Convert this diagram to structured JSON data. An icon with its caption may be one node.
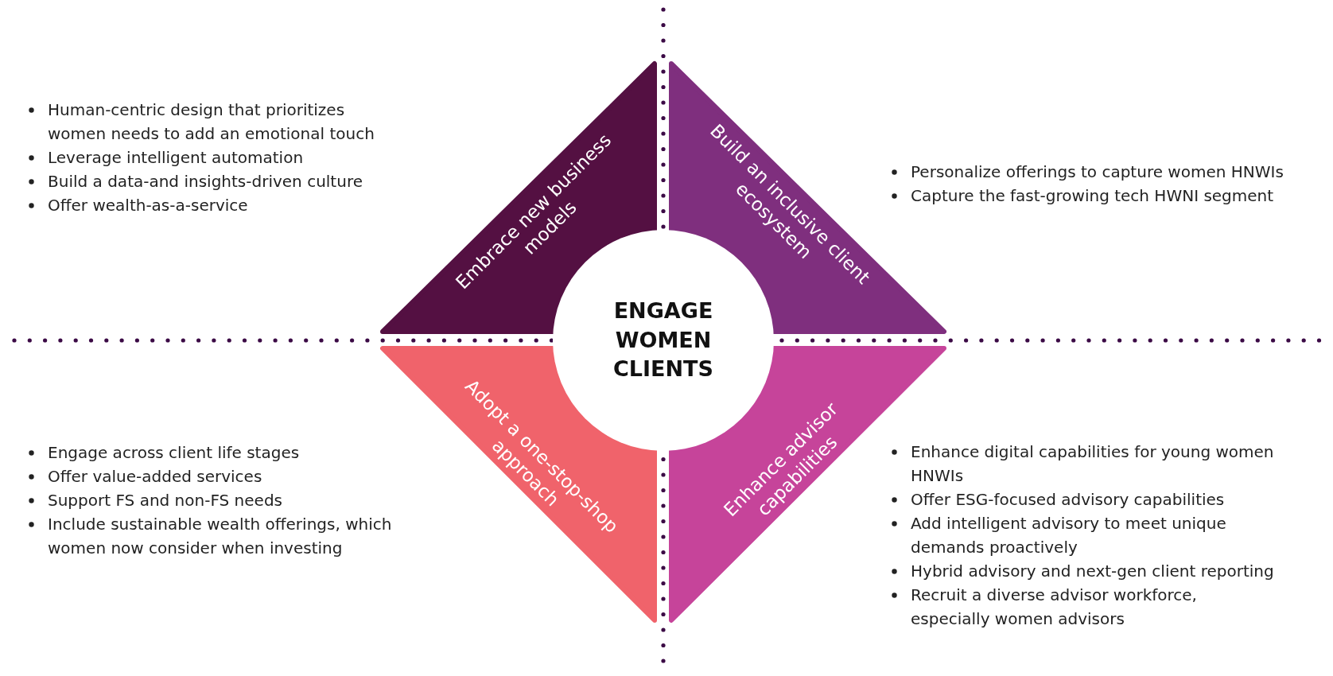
{
  "diagram": {
    "nodes": [
      {
        "text": [
          "Embrace new business models"
        ]
      },
      {
        "text": [
          "Build an inclusive client ecosystem"
        ]
      },
      {
        "text": [
          "ENGAGE WOMEN CLIENTS"
        ]
      },
      {
        "text": [
          "Adopt a one-stop-shop approach"
        ]
      },
      {
        "text": [
          "Enhance advisor capabilities"
        ]
      }
    ],
    "labels": [
      "Human-centric design that prioritizes women needs to add an emotional touch",
      "Leverage intelligent automation",
      "Build a data-and insights-driven culture",
      "Offer wealth-as-a-service",
      "Personalize offerings to capture women HNWIs",
      "Capture the fast-growing tech HWNI segment",
      "Engage across client life stages",
      "Offer value-added services",
      "Support FS and non-FS needs",
      "Include sustainable wealth offerings, which women now consider when investing",
      "Enhance digital capabilities for young women HNWIs",
      "Offer ESG-focused advisory capabilities",
      "Add intelligent advisory to meet unique demands proactively",
      "Hybrid advisory and next-gen client reporting",
      "Recruit a diverse advisor workforce, especially women advisors"
    ]
  }
}
